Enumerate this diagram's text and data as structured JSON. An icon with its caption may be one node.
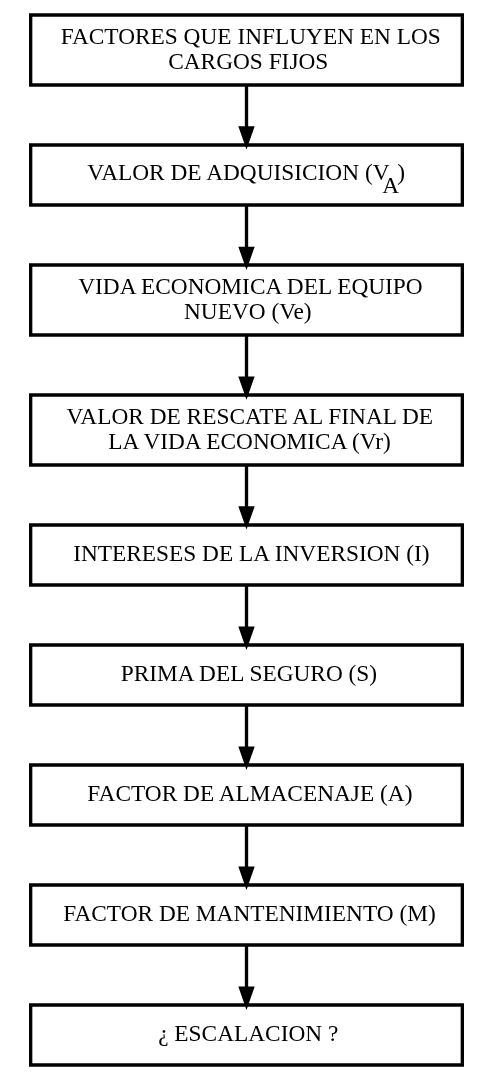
{
  "diagram": {
    "nodes": [
      {
        "text": [
          "FACTORES QUE INFLUYEN EN LOS CARGOS FIJOS"
        ]
      },
      {
        "text": [
          "VALOR DE ADQUISICION (V$_{A}$)"
        ]
      },
      {
        "text": [
          "VIDA ECONOMICA DEL EQUIPO NUEVO (Ve)"
        ]
      },
      {
        "text": [
          "VALOR DE RESCATE AL FINAL DE LA VIDA ECONOMICA (Vr)"
        ]
      },
      {
        "text": [
          "INTERESES DE LA INVERSION (I)"
        ]
      },
      {
        "text": [
          "PRIMA DEL SEGURO (S)"
        ]
      },
      {
        "text": [
          "FACTOR DE ALMACENAJE (A)"
        ]
      },
      {
        "text": [
          "FACTOR DE MANTENIMIENTO (M)"
        ]
      },
      {
        "text": [
          "¿ ESCALACION ?"
        ]
      }
    ],
    "edges": [
      {
        "from": 0,
        "to": 1,
        "arrow": "to"
      },
      {
        "from": 1,
        "to": 2,
        "arrow": "to"
      },
      {
        "from": 2,
        "to": 3,
        "arrow": "to"
      },
      {
        "from": 3,
        "to": 4,
        "arrow": "to"
      },
      {
        "from": 4,
        "to": 5,
        "arrow": "to"
      },
      {
        "from": 5,
        "to": 6,
        "arrow": "to"
      },
      {
        "from": 6,
        "to": 7,
        "arrow": "to"
      },
      {
        "from": 7,
        "to": 8,
        "arrow": "to"
      }
    ]
  }
}
